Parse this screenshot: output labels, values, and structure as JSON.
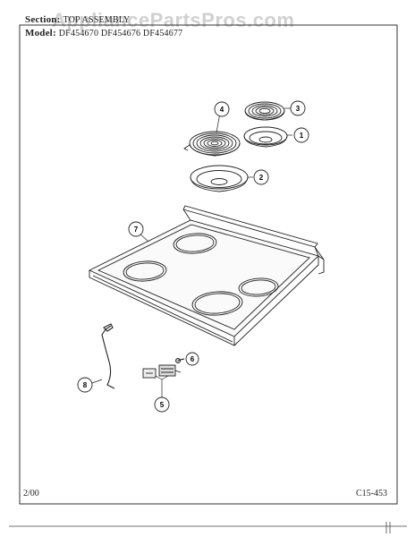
{
  "header": {
    "section_label": "Section:",
    "section_value": "TOP ASSEMBLY",
    "model_label": "Model:",
    "model_value": "DF454670 DF454676 DF454677"
  },
  "watermark": "AppliancePartsPros.com",
  "footer": {
    "date": "2/00",
    "code": "C15-453"
  },
  "callouts": [
    {
      "id": "callout-1",
      "label": "1"
    },
    {
      "id": "callout-2",
      "label": "2"
    },
    {
      "id": "callout-3",
      "label": "3"
    },
    {
      "id": "callout-4",
      "label": "4"
    },
    {
      "id": "callout-5",
      "label": "5"
    },
    {
      "id": "callout-6",
      "label": "6"
    },
    {
      "id": "callout-7",
      "label": "7"
    },
    {
      "id": "callout-8",
      "label": "8"
    }
  ]
}
